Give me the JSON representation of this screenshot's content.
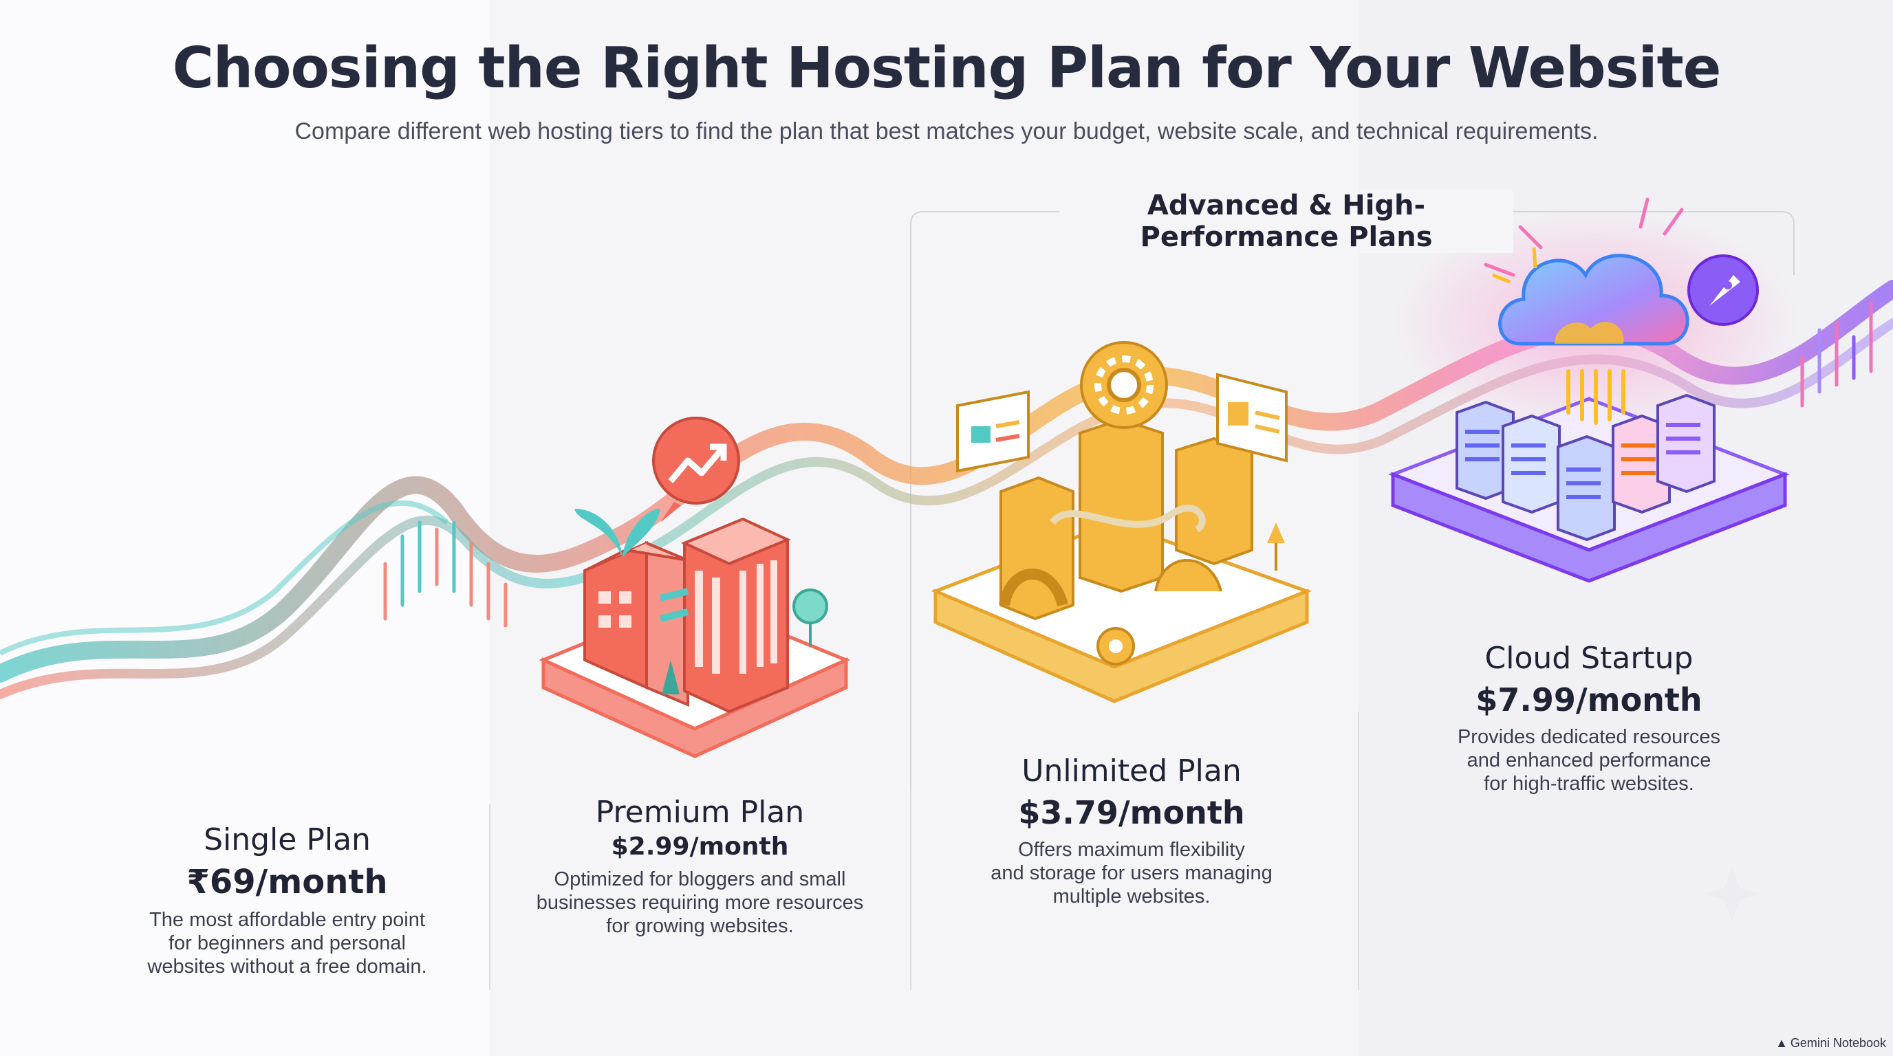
{
  "header": {
    "title": "Choosing the Right Hosting Plan for Your Website",
    "subtitle": "Compare different web hosting tiers to find the plan that best matches your budget, website scale, and technical requirements."
  },
  "group": {
    "label": "Advanced & High-Performance Plans"
  },
  "plans": [
    {
      "name": "Single Plan",
      "price": "₹69/month",
      "desc_lines": [
        "The most affordable entry point",
        "for beginners and personal",
        "websites without a free domain."
      ]
    },
    {
      "name": "Premium Plan",
      "price": "$2.99/month",
      "desc_lines": [
        "Optimized for bloggers and small",
        "businesses requiring more resources",
        "for growing websites."
      ]
    },
    {
      "name": "Unlimited Plan",
      "price": "$3.79/month",
      "desc_lines": [
        "Offers maximum flexibility",
        "and storage for users managing",
        "multiple websites."
      ]
    },
    {
      "name": "Cloud Startup",
      "price": "$7.99/month",
      "desc_lines": [
        "Provides dedicated resources",
        "and enhanced performance",
        "for high-traffic websites."
      ]
    }
  ],
  "watermark": {
    "label": "Gemini Notebook",
    "icon": "notebook-icon"
  },
  "colors": {
    "coral": "#f26b5b",
    "teal": "#53c9c6",
    "amber": "#f5b942",
    "purple": "#8b5cf6",
    "pink": "#f472b6",
    "blue": "#60a5fa",
    "text": "#1f2333"
  },
  "icons": [
    "growth-arrow-icon",
    "gear-icon",
    "cloud-icon",
    "rocket-icon",
    "tree-icon",
    "sparkle-icon"
  ]
}
